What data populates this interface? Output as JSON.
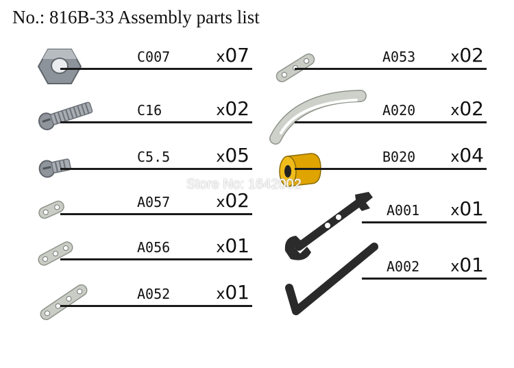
{
  "title": "No.: 816B-33 Assembly parts list",
  "watermark": "Store No: 1642002",
  "parts_left": [
    {
      "code": "C007",
      "qty": "07",
      "icon": "hex-nut-icon"
    },
    {
      "code": "C16",
      "qty": "02",
      "icon": "long-screw-icon"
    },
    {
      "code": "C5.5",
      "qty": "05",
      "icon": "short-screw-icon"
    },
    {
      "code": "A057",
      "qty": "02",
      "icon": "two-hole-strip-icon"
    },
    {
      "code": "A056",
      "qty": "01",
      "icon": "three-hole-strip-icon"
    },
    {
      "code": "A052",
      "qty": "01",
      "icon": "four-hole-strip-icon"
    }
  ],
  "parts_right": [
    {
      "code": "A053",
      "qty": "02",
      "icon": "three-hole-strip-icon"
    },
    {
      "code": "A020",
      "qty": "02",
      "icon": "curved-strip-icon"
    },
    {
      "code": "B020",
      "qty": "04",
      "icon": "yellow-wheel-icon"
    },
    {
      "code": "A001",
      "qty": "01",
      "icon": "wrench-icon"
    },
    {
      "code": "A002",
      "qty": "01",
      "icon": "hex-key-icon"
    }
  ],
  "qty_prefix": "x",
  "colors": {
    "line": "#1a1a1a",
    "metal": "#9aa0a6",
    "wheel": "#e0a400"
  }
}
